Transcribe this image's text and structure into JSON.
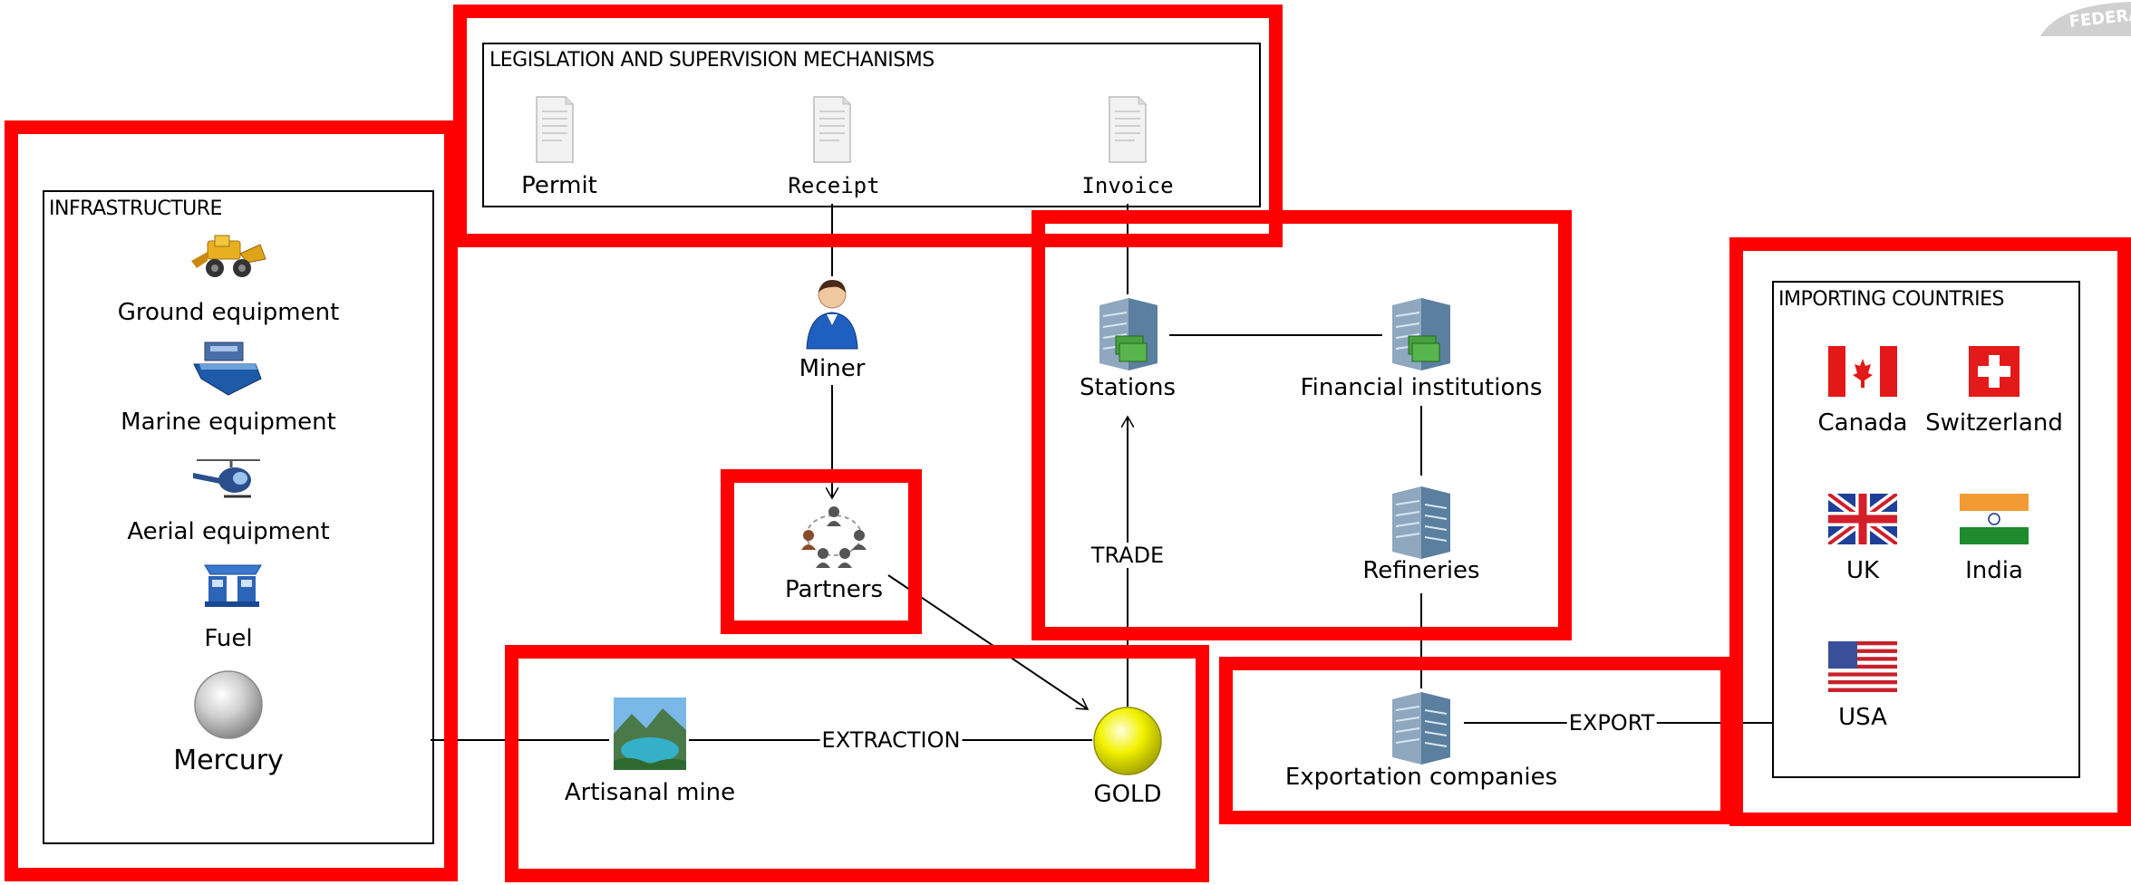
{
  "watermark": "FEDERAL",
  "legislation": {
    "title": "LEGISLATION AND SUPERVISION MECHANISMS",
    "items": [
      {
        "label": "Permit",
        "icon": "document-icon"
      },
      {
        "label": "Receipt",
        "icon": "document-icon"
      },
      {
        "label": "Invoice",
        "icon": "document-icon"
      }
    ]
  },
  "infrastructure": {
    "title": "INFRASTRUCTURE",
    "items": [
      {
        "label": "Ground equipment",
        "icon": "bulldozer-icon"
      },
      {
        "label": "Marine equipment",
        "icon": "boat-icon"
      },
      {
        "label": "Aerial equipment",
        "icon": "helicopter-icon"
      },
      {
        "label": "Fuel",
        "icon": "fuel-pump-icon"
      },
      {
        "label": "Mercury",
        "icon": "grey-sphere-icon"
      }
    ]
  },
  "nodes": {
    "miner": "Miner",
    "partners": "Partners",
    "artisanal_mine": "Artisanal mine",
    "gold": "GOLD",
    "stations": "Stations",
    "financial_institutions": "Financial institutions",
    "refineries": "Refineries",
    "exportation_companies": "Exportation companies"
  },
  "edges": {
    "extraction": "EXTRACTION",
    "trade": "TRADE",
    "export": "EXPORT"
  },
  "importing": {
    "title": "IMPORTING COUNTRIES",
    "countries": [
      {
        "label": "Canada",
        "icon": "canada-flag-icon"
      },
      {
        "label": "Switzerland",
        "icon": "switzerland-flag-icon"
      },
      {
        "label": "UK",
        "icon": "uk-flag-icon"
      },
      {
        "label": "India",
        "icon": "india-flag-icon"
      },
      {
        "label": "USA",
        "icon": "usa-flag-icon"
      }
    ]
  },
  "colors": {
    "highlight": "#ff0000",
    "gold": "#f2f200",
    "building": "#5b7f9e"
  }
}
